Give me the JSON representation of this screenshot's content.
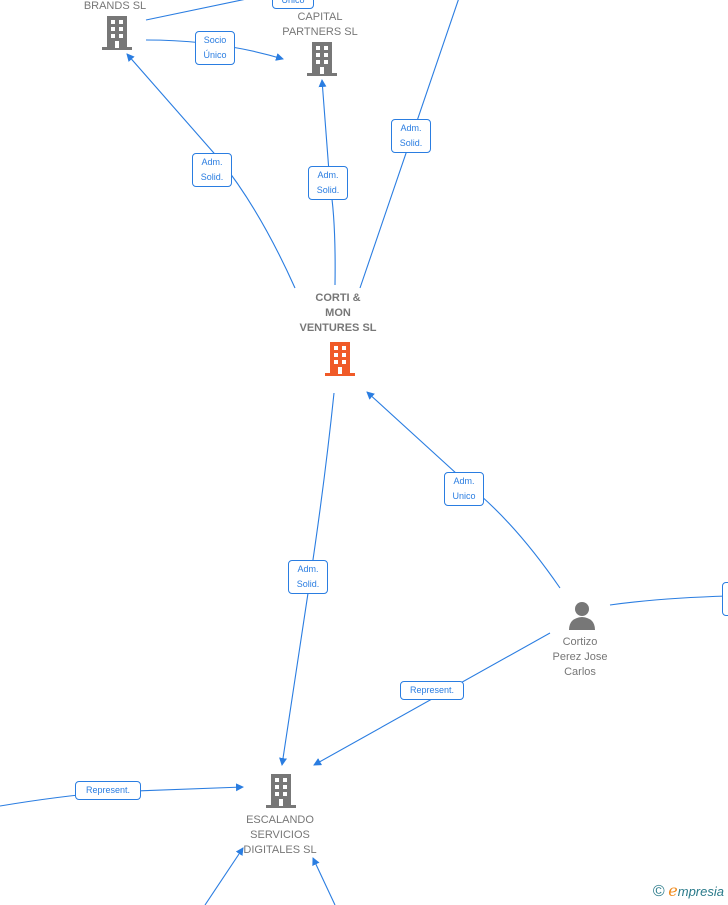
{
  "colors": {
    "edge": "#2a7de1",
    "node": "#777777",
    "focus_node": "#f05a28"
  },
  "nodes": {
    "brands": {
      "label": "BRANDS  SL",
      "icon": "building-icon"
    },
    "capital": {
      "label": "CAPITAL\nPARTNERS  SL",
      "icon": "building-icon"
    },
    "corti": {
      "label": "CORTI &\nMON\nVENTURES  SL",
      "icon": "building-icon"
    },
    "escalando": {
      "label": "ESCALANDO\nSERVICIOS\nDIGITALES  SL",
      "icon": "building-icon"
    },
    "cortizo": {
      "label": "Cortizo\nPerez Jose\nCarlos",
      "icon": "person-icon"
    }
  },
  "edges": [
    {
      "label": "Único"
    },
    {
      "label": "Socio\nÚnico"
    },
    {
      "label": "Adm.\nSolid."
    },
    {
      "label": "Adm.\nSolid."
    },
    {
      "label": "Adm.\nSolid."
    },
    {
      "label": "Adm.\nSolid."
    },
    {
      "label": "Adm.\nUnico"
    },
    {
      "label": "Represent."
    },
    {
      "label": "Represent."
    },
    {
      "label": ""
    }
  ],
  "footer": {
    "copyright": "©",
    "brand_e": "e",
    "brand_rest": "mpresia"
  }
}
